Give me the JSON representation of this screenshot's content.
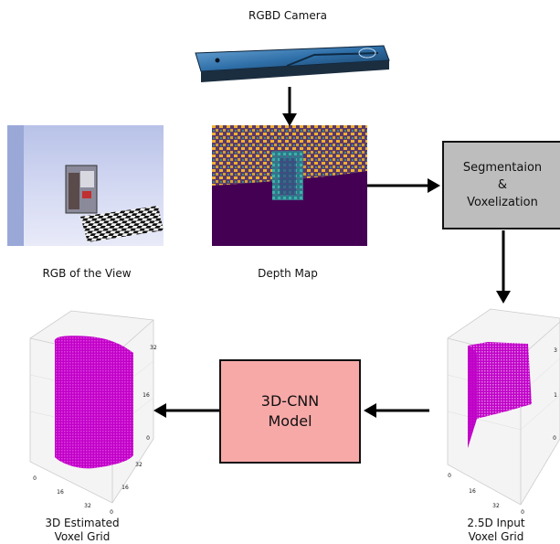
{
  "camera": {
    "label": "RGBD Camera"
  },
  "rgb_view": {
    "caption": "RGB of the View"
  },
  "depth_map": {
    "caption": "Depth Map"
  },
  "segmentation": {
    "label": "Segmentaion\n&\nVoxelization",
    "fill": "#bdbdbd"
  },
  "model": {
    "label": "3D-CNN\nModel",
    "fill": "#f7a9a8"
  },
  "input_grid": {
    "caption": "2.5D Input\nVoxel Grid",
    "ticks_right": [
      "3",
      "1",
      "0"
    ],
    "ticks_bottom": [
      "0",
      "16",
      "32",
      "0"
    ]
  },
  "estimated_grid": {
    "caption": "3D Estimated\nVoxel Grid",
    "ticks_right": [
      "32",
      "16",
      "0"
    ],
    "ticks_bottom": [
      "0",
      "16",
      "32",
      "0"
    ],
    "ticks_lower_right": [
      "32",
      "16"
    ]
  },
  "colors": {
    "voxel": "#c000c8",
    "depth_bg": "#440154",
    "depth_hot": "#f0b030",
    "box_border": "#111111"
  }
}
